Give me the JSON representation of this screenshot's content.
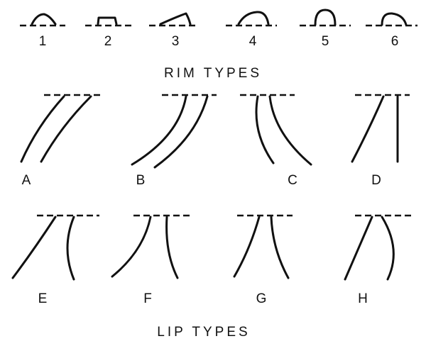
{
  "rim_section": {
    "title": "RIM TYPES",
    "items": [
      {
        "label": "1"
      },
      {
        "label": "2"
      },
      {
        "label": "3"
      },
      {
        "label": "4"
      },
      {
        "label": "5"
      },
      {
        "label": "6"
      }
    ]
  },
  "lip_section": {
    "title": "LIP TYPES",
    "items": [
      {
        "label": "A"
      },
      {
        "label": "B"
      },
      {
        "label": "C"
      },
      {
        "label": "D"
      },
      {
        "label": "E"
      },
      {
        "label": "F"
      },
      {
        "label": "G"
      },
      {
        "label": "H"
      }
    ]
  },
  "colors": {
    "ink": "#111111",
    "background": "#ffffff"
  }
}
